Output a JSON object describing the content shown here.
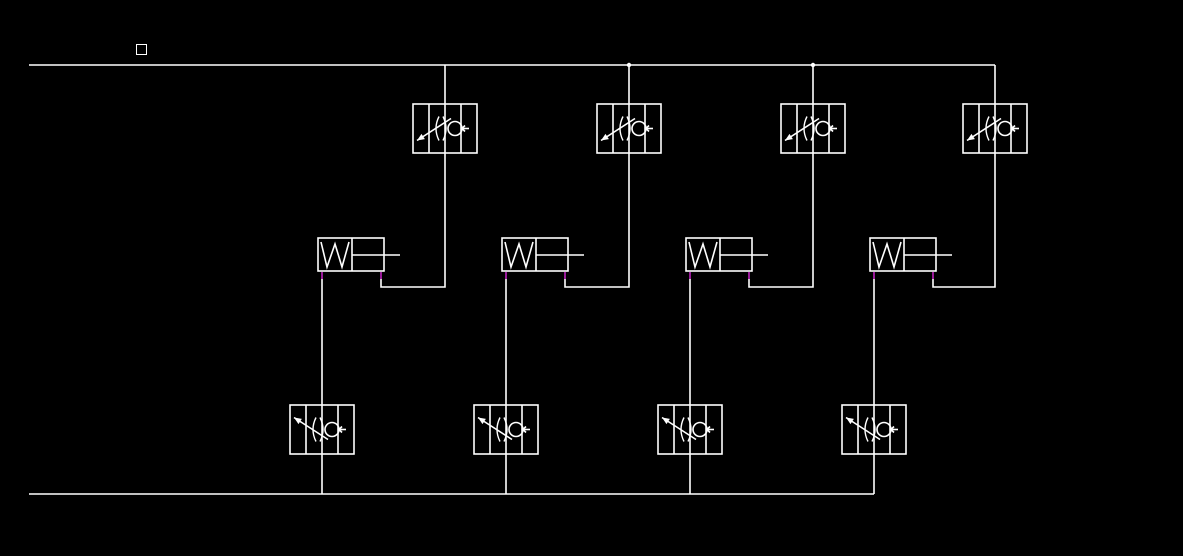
{
  "colors": {
    "background": "#000000",
    "line": "#ffffff",
    "port_marker": "#c020c0"
  },
  "diagram": {
    "type": "hydraulic-schematic",
    "grid": false,
    "top_line": {
      "name": "top-supply-line"
    },
    "bottom_line": {
      "name": "bottom-return-line"
    },
    "units": [
      {
        "id": "1",
        "cylinder_icon": "spring-return-cylinder-icon",
        "upper_valve_icon": "one-way-flow-control-valve-icon",
        "lower_valve_icon": "one-way-flow-control-valve-icon"
      },
      {
        "id": "2",
        "cylinder_icon": "spring-return-cylinder-icon",
        "upper_valve_icon": "one-way-flow-control-valve-icon",
        "lower_valve_icon": "one-way-flow-control-valve-icon"
      },
      {
        "id": "3",
        "cylinder_icon": "spring-return-cylinder-icon",
        "upper_valve_icon": "one-way-flow-control-valve-icon",
        "lower_valve_icon": "one-way-flow-control-valve-icon"
      },
      {
        "id": "4",
        "cylinder_icon": "spring-return-cylinder-icon",
        "upper_valve_icon": "one-way-flow-control-valve-icon",
        "lower_valve_icon": "one-way-flow-control-valve-icon"
      }
    ]
  }
}
